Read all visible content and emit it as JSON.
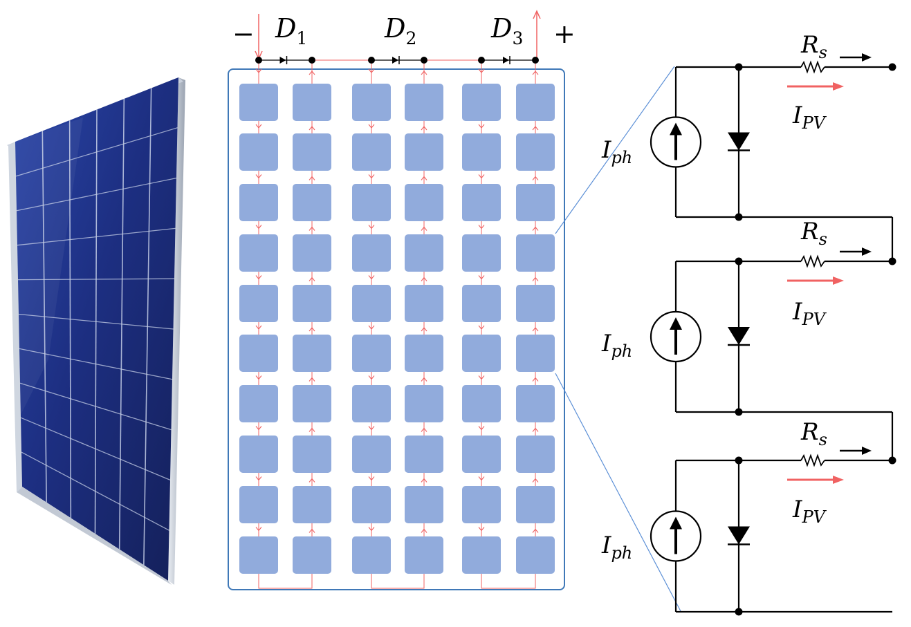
{
  "labels": {
    "minus": "−",
    "plus": "+",
    "bypass_diodes": [
      {
        "main": "D",
        "sub": "1"
      },
      {
        "main": "D",
        "sub": "2"
      },
      {
        "main": "D",
        "sub": "3"
      }
    ],
    "series_resistance": {
      "main": "R",
      "sub": "s"
    },
    "photocurrent": {
      "main": "I",
      "sub": "ph"
    },
    "pv_current": {
      "main": "I",
      "sub": "PV"
    }
  },
  "cell_grid": {
    "columns": 6,
    "rows": 10
  },
  "circuit_stage_count": 3,
  "colors": {
    "cell_fill": "#91abdc",
    "module_border": "#3f78b7",
    "current_arrow": "#f06262",
    "zoom_line": "#5b8fd6",
    "panel_blue": "#1c2f78"
  }
}
